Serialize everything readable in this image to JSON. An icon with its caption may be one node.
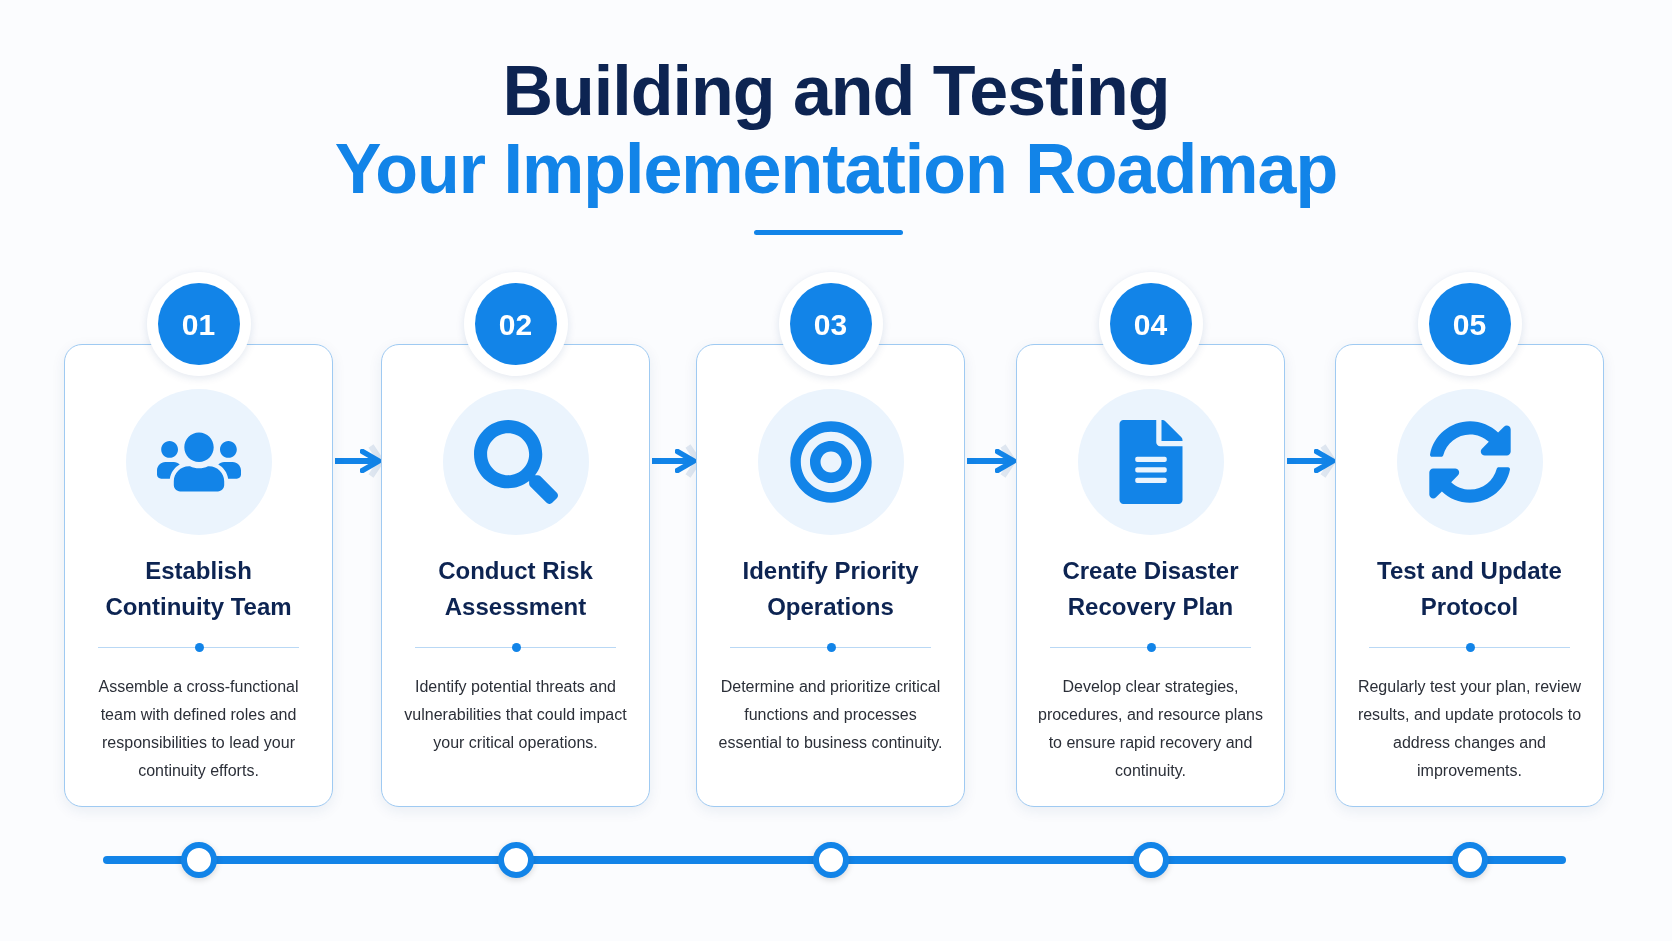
{
  "diagram": {
    "title": "Building and Testing Your Implementation Roadmap",
    "nodes": [
      {
        "text": [
          "Establish Continuity Team",
          "Assemble a cross-functional team with defined roles and responsibilities to lead your continuity efforts."
        ],
        "beside": [
          "01"
        ]
      },
      {
        "text": [
          "Conduct Risk Assessment",
          "Identify potential threats and vulnerabilities that could impact your critical operations."
        ],
        "beside": [
          "02"
        ]
      },
      {
        "text": [
          "Identify Priority Operations",
          "Determine and prioritize critical functions and processes essential to business continuity."
        ],
        "beside": [
          "03"
        ]
      },
      {
        "text": [
          "Create Disaster Recovery Plan",
          "Develop clear strategies, procedures, and resource plans to ensure rapid recovery and continuity."
        ],
        "beside": [
          "04"
        ]
      },
      {
        "text": [
          "Test and Update Protocol",
          "Regularly test your plan, review results, and update protocols to address changes and improvements."
        ],
        "beside": [
          "05"
        ]
      },
      {
        "text": [],
        "shape": "circle"
      },
      {
        "text": [],
        "shape": "circle"
      },
      {
        "text": [],
        "shape": "circle"
      },
      {
        "text": [],
        "shape": "circle"
      },
      {
        "text": [],
        "shape": "circle"
      }
    ],
    "edges": [
      {
        "from": 0,
        "to": 1,
        "arrow": "to"
      },
      {
        "from": 1,
        "to": 2,
        "arrow": "to"
      },
      {
        "from": 2,
        "to": 3,
        "arrow": "to"
      },
      {
        "from": 3,
        "to": 4,
        "arrow": "to"
      },
      {
        "from": 5,
        "to": 6,
        "arrow": "none"
      },
      {
        "from": 6,
        "to": 7,
        "arrow": "none"
      },
      {
        "from": 7,
        "to": 8,
        "arrow": "none"
      },
      {
        "from": 8,
        "to": 9,
        "arrow": "none"
      }
    ]
  }
}
